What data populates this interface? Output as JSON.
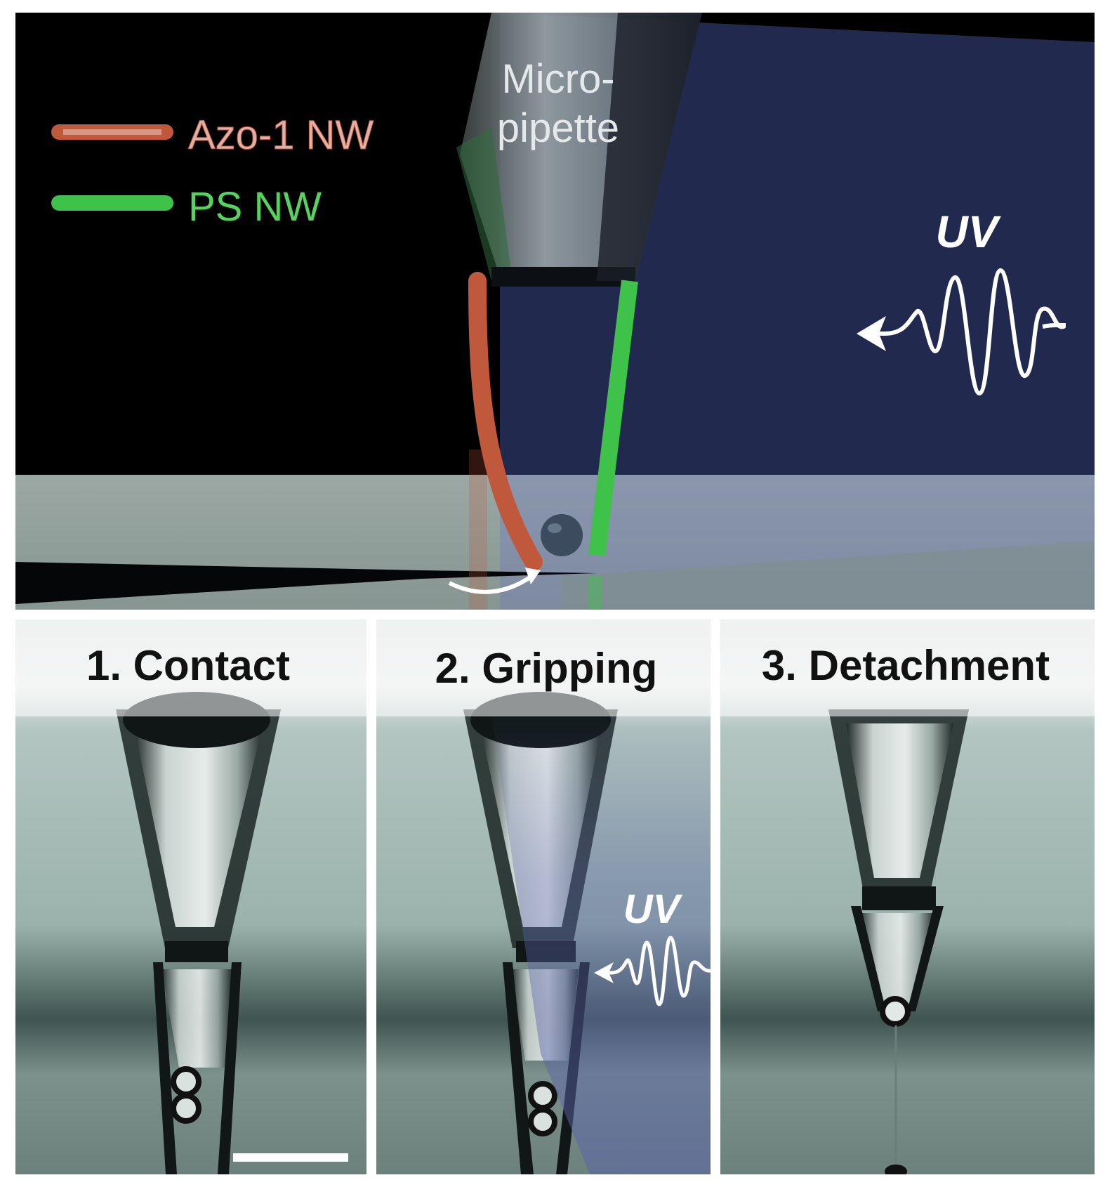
{
  "top_panel": {
    "legend": [
      {
        "label": "Azo-1 NW",
        "color": "#c0593c"
      },
      {
        "label": "PS NW",
        "color": "#3ec24a"
      }
    ],
    "pipette_label": [
      "Micro-",
      "pipette"
    ],
    "uv_label": "UV"
  },
  "panels": [
    {
      "label": "1. Contact"
    },
    {
      "label": "2. Gripping",
      "uv_label": "UV"
    },
    {
      "label": "3. Detachment"
    }
  ],
  "colors": {
    "uv_region": "#22294f",
    "micrograph_background": "#8fa6a0",
    "scale_bar": "#ffffff"
  }
}
